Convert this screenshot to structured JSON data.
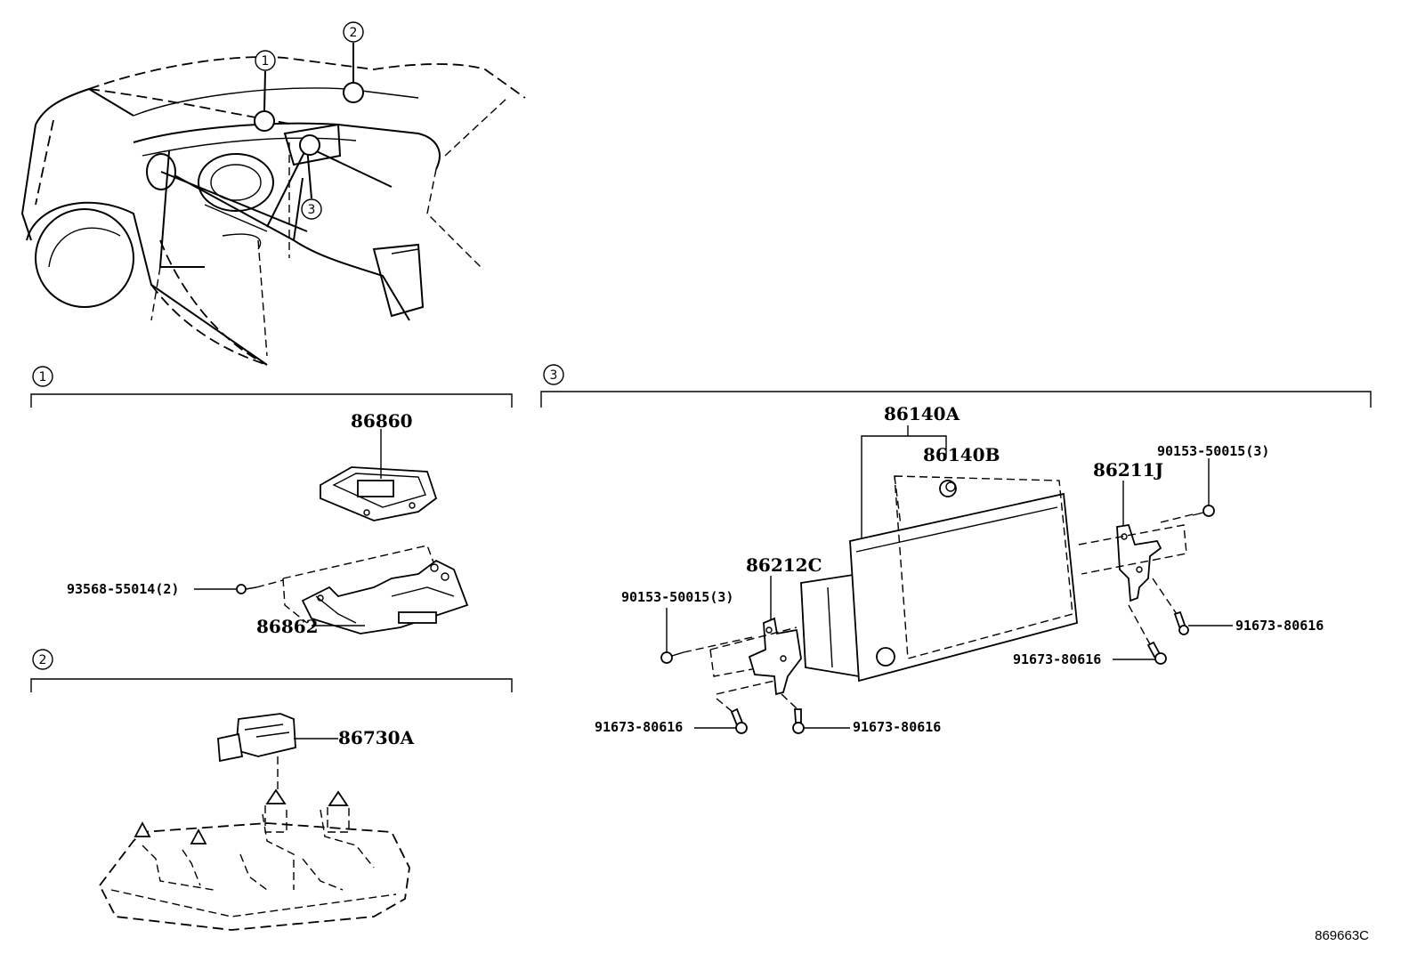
{
  "callouts": {
    "c1": "1",
    "c2": "2",
    "c3": "3"
  },
  "sections": {
    "s1": "1",
    "s2": "2",
    "s3": "3"
  },
  "parts": {
    "p86860": "86860",
    "p93568": "93568-55014(2)",
    "p86862": "86862",
    "p86730A": "86730A",
    "p86140A": "86140A",
    "p86140B": "86140B",
    "p86211J": "86211J",
    "p90153_right": "90153-50015(3)",
    "p86212C": "86212C",
    "p90153_left": "90153-50015(3)",
    "p91673_a": "91673-80616",
    "p91673_b": "91673-80616",
    "p91673_c": "91673-80616",
    "p91673_d": "91673-80616"
  },
  "diagram_code": "869663C"
}
